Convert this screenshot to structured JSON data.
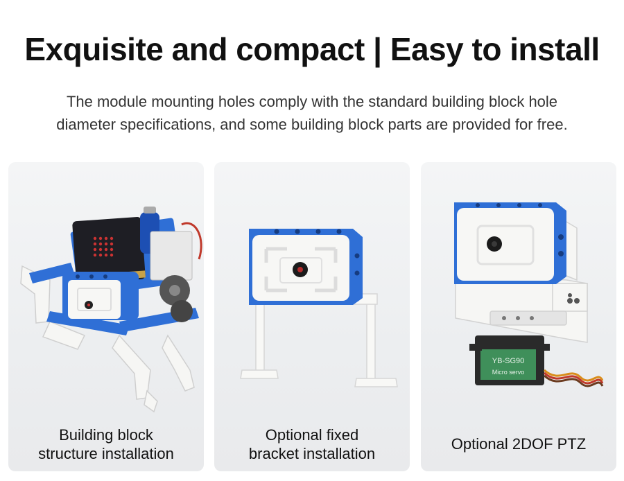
{
  "header": {
    "title": "Exquisite and compact | Easy to install",
    "subtitle_line1": "The module mounting holes comply with the standard building block hole",
    "subtitle_line2": "diameter specifications, and some building block parts are provided for free."
  },
  "cards": [
    {
      "caption_line1": "Building block",
      "caption_line2": "structure installation"
    },
    {
      "caption_line1": "Optional fixed",
      "caption_line2": "bracket installation"
    },
    {
      "caption_line1": "Optional 2DOF PTZ"
    }
  ],
  "servo": {
    "label": "YB-SG90",
    "sublabel": "Micro servo"
  },
  "colors": {
    "module_blue": "#2f6fd6",
    "white_part": "#f7f7f5",
    "servo_green": "#3f8f5a"
  }
}
